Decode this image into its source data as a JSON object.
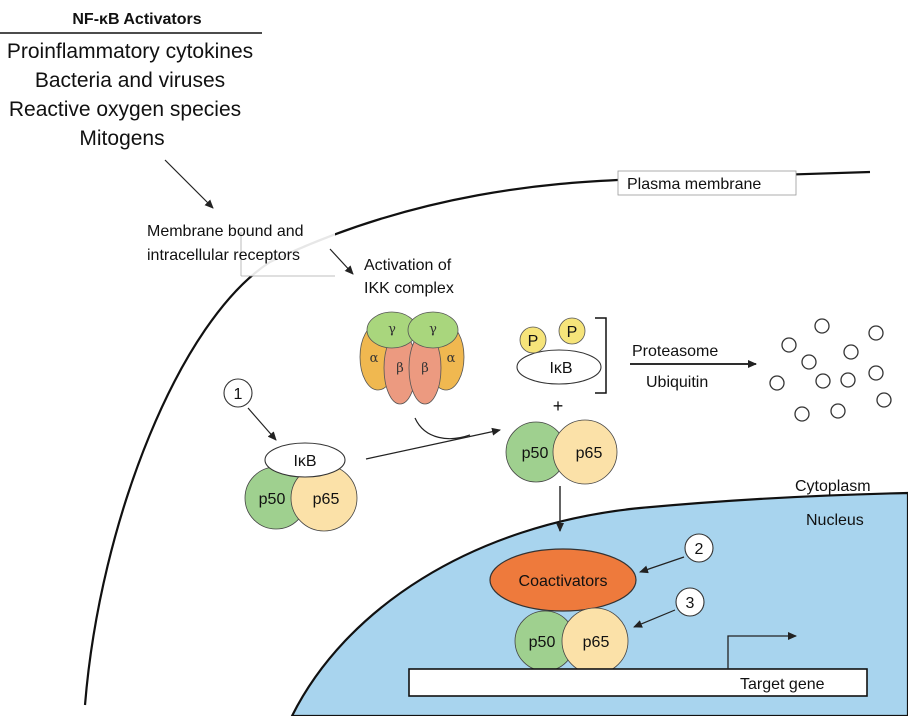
{
  "activators": {
    "heading": "NF-κB Activators",
    "items": [
      "Proinflammatory cytokines",
      "Bacteria and viruses",
      "Reactive oxygen species",
      "Mitogens"
    ]
  },
  "labels": {
    "plasma_membrane": "Plasma membrane",
    "receptors_line1": "Membrane bound and",
    "receptors_line2": "intracellular receptors",
    "ikk_line1": "Activation of",
    "ikk_line2": "IKK complex",
    "proteasome": "Proteasome",
    "ubiquitin": "Ubiquitin",
    "cytoplasm": "Cytoplasm",
    "nucleus": "Nucleus",
    "target_gene": "Target gene",
    "plus": "+"
  },
  "molecules": {
    "ikb": "IκB",
    "p50": "p50",
    "p65": "p65",
    "phospho": "P",
    "coactivators": "Coactivators",
    "ikk_gamma": "γ",
    "ikk_alpha": "α",
    "ikk_beta": "β"
  },
  "steps": [
    "1",
    "2",
    "3"
  ],
  "colors": {
    "nucleus_fill": "#a8d4ee",
    "p50": "#9fd08f",
    "p65": "#fbe1a8",
    "coactivators": "#ee7a3c",
    "phospho": "#f6e47a",
    "ikk_gamma": "#a9d67d",
    "ikk_alpha": "#f0b850",
    "ikk_beta": "#ec9a80"
  }
}
